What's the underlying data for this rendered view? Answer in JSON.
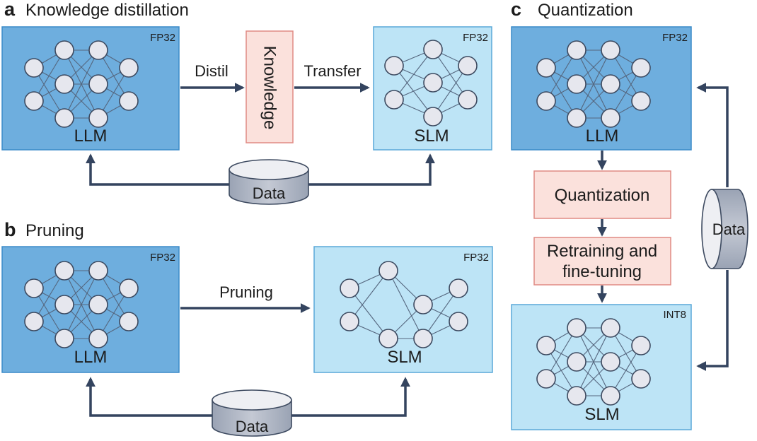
{
  "panels": {
    "a": {
      "letter": "a",
      "title": "Knowledge distillation",
      "teacher": {
        "label": "LLM",
        "precision": "FP32"
      },
      "student": {
        "label": "SLM",
        "precision": "FP32"
      },
      "distil_label": "Distil",
      "knowledge_label": "Knowledge",
      "transfer_label": "Transfer",
      "data_label": "Data"
    },
    "b": {
      "letter": "b",
      "title": "Pruning",
      "source": {
        "label": "LLM",
        "precision": "FP32"
      },
      "target": {
        "label": "SLM",
        "precision": "FP32"
      },
      "pruning_label": "Pruning",
      "data_label": "Data"
    },
    "c": {
      "letter": "c",
      "title": "Quantization",
      "source": {
        "label": "LLM",
        "precision": "FP32"
      },
      "target": {
        "label": "SLM",
        "precision": "INT8"
      },
      "step1": "Quantization",
      "step2_line1": "Retraining and",
      "step2_line2": "fine-tuning",
      "data_label": "Data"
    }
  },
  "colors": {
    "llm_box": "#6eaede",
    "slm_box": "#bde4f6",
    "step_box": "#fbe1dc",
    "step_border": "#e08a84",
    "arrow": "#34445f",
    "node_fill": "#e6e7ee",
    "cylinder_top": "#eeeff3",
    "cylinder_body": "#b2b8c5"
  }
}
